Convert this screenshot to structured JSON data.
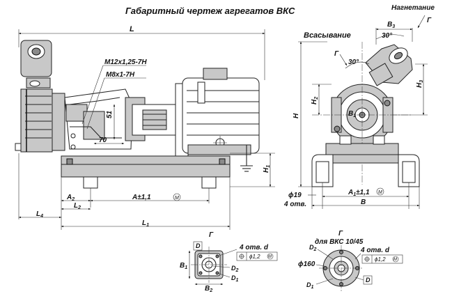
{
  "title": "Габаритный чертеж агрегатов ВКС",
  "side_view": {
    "dim_L": "L",
    "thread_1": "M12x1,25-7H",
    "thread_2": "M8x1-7H",
    "dim_51": "51",
    "dim_70": "70",
    "dim_H1": "H",
    "dim_H1_sub": "1",
    "dim_A2": "A",
    "dim_A2_sub": "2",
    "dim_L2": "L",
    "dim_L2_sub": "2",
    "dim_A": "A±1,1",
    "dim_M": "M",
    "dim_L4": "L",
    "dim_L4_sub": "4",
    "dim_L1": "L",
    "dim_L1_sub": "1"
  },
  "end_view": {
    "discharge": "Нагнетание",
    "suction": "Всасывание",
    "arrow_G": "Г",
    "dim_B3": "B",
    "dim_B3_sub": "3",
    "angle_30_top": "30°",
    "angle_30_left": "30°",
    "dim_H2": "H",
    "dim_H2_sub": "2",
    "dim_H": "H",
    "dim_H3": "H",
    "dim_H3_sub": "3",
    "dim_B1": "B",
    "dim_B1_sub": "1",
    "dim_phi19": "ϕ19",
    "dim_holes": "4 отв.",
    "dim_A1": "A",
    "dim_A1_rest": "±1,1",
    "dim_M": "M",
    "dim_B": "B"
  },
  "detail_square": {
    "view_label": "Г",
    "label_D": "D",
    "holes": "4 отв. d",
    "tol_value": "ϕ1,2",
    "tol_M": "M",
    "dim_B1": "B",
    "dim_B1_sub": "1",
    "dim_B2": "B",
    "dim_B2_sub": "2",
    "label_D2": "D",
    "label_D2_sub": "2",
    "label_D1": "D",
    "label_D1_sub": "1"
  },
  "detail_round": {
    "view_label": "Г",
    "caption": "для ВКС 10/45",
    "label_D2": "D",
    "label_D2_sub": "2",
    "holes": "4 отв. d",
    "tol_value": "ϕ1,2",
    "tol_M": "M",
    "dim_phi160": "ϕ160",
    "label_D1": "D",
    "label_D1_sub": "1",
    "label_D": "D"
  }
}
